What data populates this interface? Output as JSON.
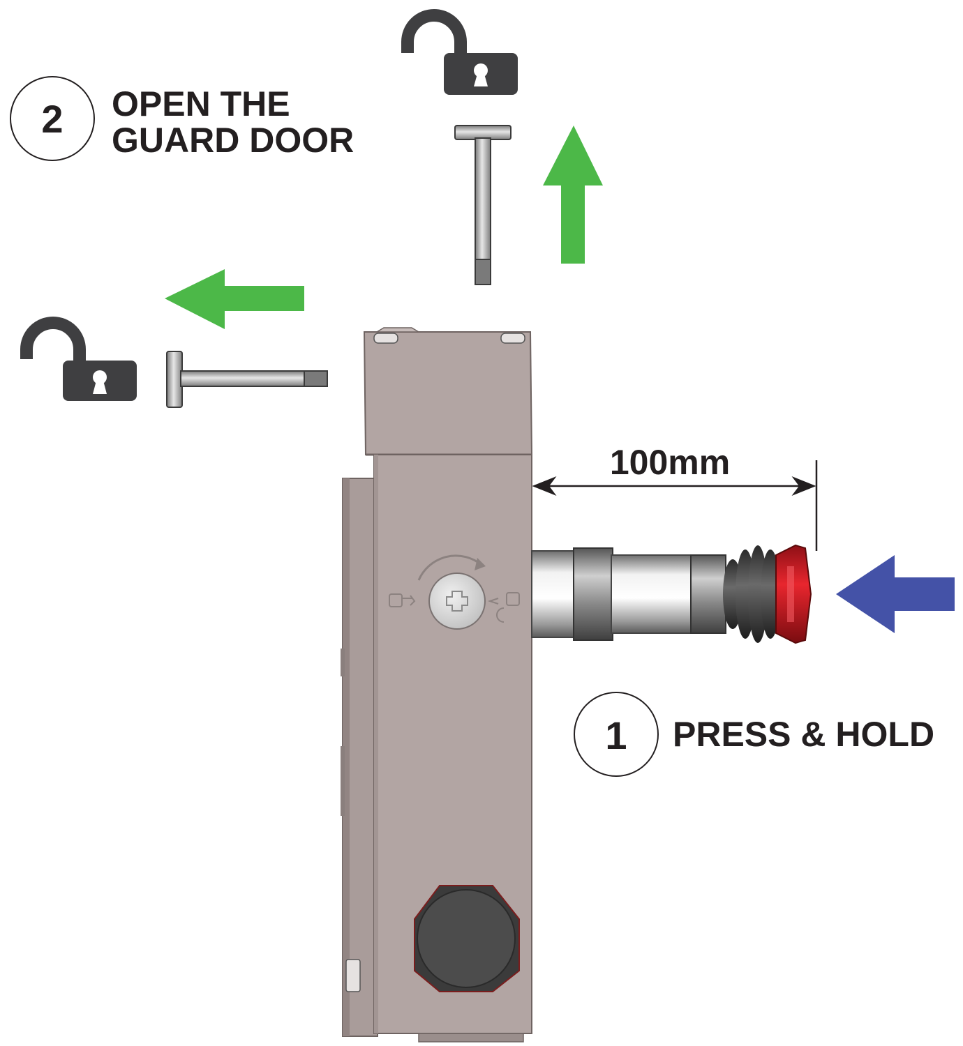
{
  "step2": {
    "number": "2",
    "line1": "OPEN THE",
    "line2": "GUARD DOOR"
  },
  "step1": {
    "number": "1",
    "label": "PRESS & HOLD"
  },
  "dimension": {
    "label": "100mm"
  },
  "colors": {
    "green_arrow": "#4cb848",
    "blue_arrow": "#4452a7",
    "housing": "#b2a5a3",
    "padlock": "#3f3f41",
    "button_red": "#e0202a"
  },
  "icons": [
    "unlocked-padlock-icon",
    "arrow-up-icon",
    "arrow-left-icon",
    "arrow-left-icon",
    "circle-badge"
  ]
}
